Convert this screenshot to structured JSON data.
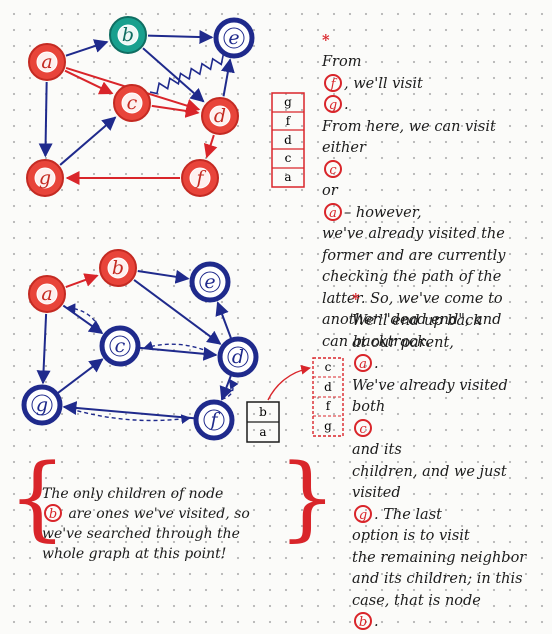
{
  "colors": {
    "visited": "#e8443a",
    "current": "#18a08e",
    "unvisited": "#1f2a8c",
    "edge_blue": "#1f2a8c",
    "edge_red": "#d9252a",
    "ink": "#1c1c1c"
  },
  "top_graph": {
    "nodes": {
      "a": {
        "label": "a"
      },
      "b": {
        "label": "b"
      },
      "e": {
        "label": "e"
      },
      "c": {
        "label": "c"
      },
      "d": {
        "label": "d"
      },
      "g": {
        "label": "g"
      },
      "f": {
        "label": "f"
      }
    },
    "stack": [
      "g",
      "f",
      "d",
      "c",
      "a"
    ]
  },
  "bottom_graph": {
    "nodes": {
      "a": {
        "label": "a"
      },
      "b": {
        "label": "b"
      },
      "e": {
        "label": "e"
      },
      "c": {
        "label": "c"
      },
      "d": {
        "label": "d"
      },
      "g": {
        "label": "g"
      },
      "f": {
        "label": "f"
      }
    },
    "stack": [
      "b",
      "a"
    ],
    "popped": [
      "c",
      "d",
      "f",
      "g"
    ]
  },
  "notes": {
    "top_right": {
      "star": "*",
      "part1": "From",
      "ref1": "f",
      "part2": ", we'll visit",
      "ref2": "g",
      "part3": ".\nFrom here, we can visit\neither",
      "ref3": "c",
      "part4": "or",
      "ref4": "a",
      "part5": "– however,\nwe've already visited the\nformer and are currently\nchecking the path of the\nlatter. So, we've come to\nanother \"dead end\", and\ncan backtrack."
    },
    "bottom_right": {
      "star": "*",
      "part1": "We'll end up back\nat our parent,",
      "ref1": "a",
      "part2": ".\nWe've already visited\nboth",
      "ref2": "c",
      "part3": "and its\nchildren, and we just\nvisited",
      "ref3": "g",
      "part4": ". The last\noption is to visit\nthe remaining neighbor\nand its children; in this\ncase, that is node",
      "ref4": "b",
      "part5": "."
    },
    "bottom_left": {
      "part1": "The only children of node\n",
      "ref1": "b",
      "part2": " are ones we've visited, so\nwe've searched through the\nwhole graph at this point!",
      "brace_open": "{",
      "brace_close": "}"
    }
  }
}
